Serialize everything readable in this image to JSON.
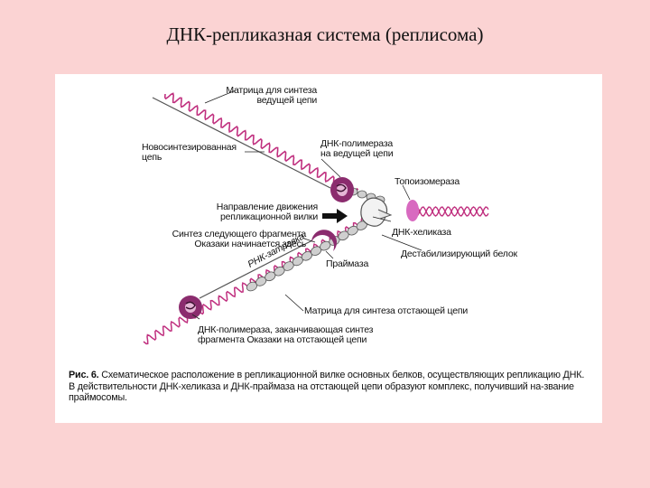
{
  "slide": {
    "title": "ДНК-репликазная система (реплисома)"
  },
  "figure": {
    "labels": {
      "leading_template": "Матрица для синтеза\nведущей цепи",
      "new_strand": "Новосинтезированная\nцепь",
      "pol_leading": "ДНК-полимераза\nна ведущей цепи",
      "topoisomerase": "Топоизомераза",
      "direction": "Направление движения\nрепликационной вилки",
      "okazaki_start": "Синтез следующего фрагмента\nОказаки начинается здесь",
      "helicase": "ДНК-хеликаза",
      "ssb": "Дестабилизирующий белок",
      "primase": "Праймаза",
      "rna_primer": "РНК-затравка",
      "lagging_template": "Матрица для синтеза отстающей цепи",
      "pol_lagging": "ДНК-полимераза, заканчивающая синтез\nфрагмента Оказаки на отстающей цепи"
    },
    "caption": {
      "prefix": "Рис. 6.",
      "text": " Схематическое расположение в репликационной вилке основных белков, осуществляющих репликацию ДНК. В действительности ДНК-хеликаза и ДНК-праймаза на отстающей цепи образуют комплекс, получивший на-звание праймосомы."
    },
    "colors": {
      "strand": "#c0307f",
      "protein": "#8b2c6e",
      "topo": "#d86ac0",
      "ssb_fill": "#cfcfcf"
    }
  }
}
